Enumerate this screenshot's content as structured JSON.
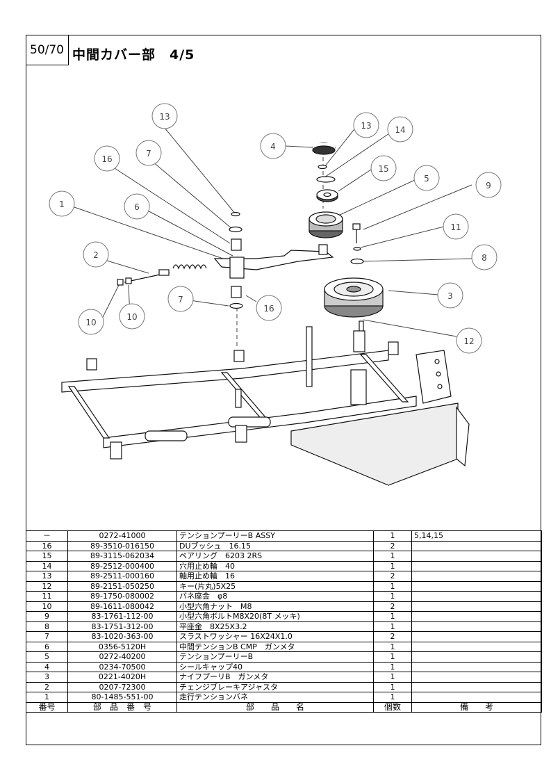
{
  "page_number": "50/70",
  "title": "中間カバー部　4/5",
  "callouts": [
    "13",
    "16",
    "7",
    "1",
    "6",
    "2",
    "10",
    "10",
    "7",
    "16",
    "4",
    "13",
    "14",
    "15",
    "5",
    "9",
    "11",
    "8",
    "3",
    "12"
  ],
  "table": {
    "header": {
      "no": "番号",
      "part_number": "部　品　番　号",
      "part_name": "部　　品　　名",
      "qty": "個数",
      "remarks": "備　　考"
    },
    "rows": [
      {
        "no": "－",
        "part_number": "0272-41000",
        "part_name": "テンションプーリーB ASSY",
        "qty": "1",
        "remarks": "5,14,15"
      },
      {
        "no": "16",
        "part_number": "89-3510-016150",
        "part_name": "DUブッシュ　16.15",
        "qty": "2",
        "remarks": ""
      },
      {
        "no": "15",
        "part_number": "89-3115-062034",
        "part_name": "ベアリング　6203 2RS",
        "qty": "1",
        "remarks": ""
      },
      {
        "no": "14",
        "part_number": "89-2512-000400",
        "part_name": "穴用止め輪　40",
        "qty": "1",
        "remarks": ""
      },
      {
        "no": "13",
        "part_number": "89-2511-000160",
        "part_name": "軸用止め輪　16",
        "qty": "2",
        "remarks": ""
      },
      {
        "no": "12",
        "part_number": "89-2151-050250",
        "part_name": "キー(片丸)5X25",
        "qty": "1",
        "remarks": ""
      },
      {
        "no": "11",
        "part_number": "89-1750-080002",
        "part_name": "バネ座金　φ8",
        "qty": "1",
        "remarks": ""
      },
      {
        "no": "10",
        "part_number": "89-1611-080042",
        "part_name": "小型六角ナット　M8",
        "qty": "2",
        "remarks": ""
      },
      {
        "no": "9",
        "part_number": "83-1761-112-00",
        "part_name": "小型六角ボルトM8X20(8T メッキ)",
        "qty": "1",
        "remarks": ""
      },
      {
        "no": "8",
        "part_number": "83-1751-312-00",
        "part_name": "平座金　8X25X3.2",
        "qty": "1",
        "remarks": ""
      },
      {
        "no": "7",
        "part_number": "83-1020-363-00",
        "part_name": "スラストワッシャー 16X24X1.0",
        "qty": "2",
        "remarks": ""
      },
      {
        "no": "6",
        "part_number": "0356-5120H",
        "part_name": "中間テンションB CMP　ガンメタ",
        "qty": "1",
        "remarks": ""
      },
      {
        "no": "5",
        "part_number": "0272-40200",
        "part_name": "テンションプーリーB",
        "qty": "1",
        "remarks": ""
      },
      {
        "no": "4",
        "part_number": "0234-70500",
        "part_name": "シールキャップ40",
        "qty": "1",
        "remarks": ""
      },
      {
        "no": "3",
        "part_number": "0221-4020H",
        "part_name": "ナイフプーリB　ガンメタ",
        "qty": "1",
        "remarks": ""
      },
      {
        "no": "2",
        "part_number": "0207-72300",
        "part_name": "チェンジブレーキアジャスタ",
        "qty": "1",
        "remarks": ""
      },
      {
        "no": "1",
        "part_number": "80-1485-551-00",
        "part_name": "走行テンションバネ",
        "qty": "1",
        "remarks": ""
      }
    ]
  }
}
